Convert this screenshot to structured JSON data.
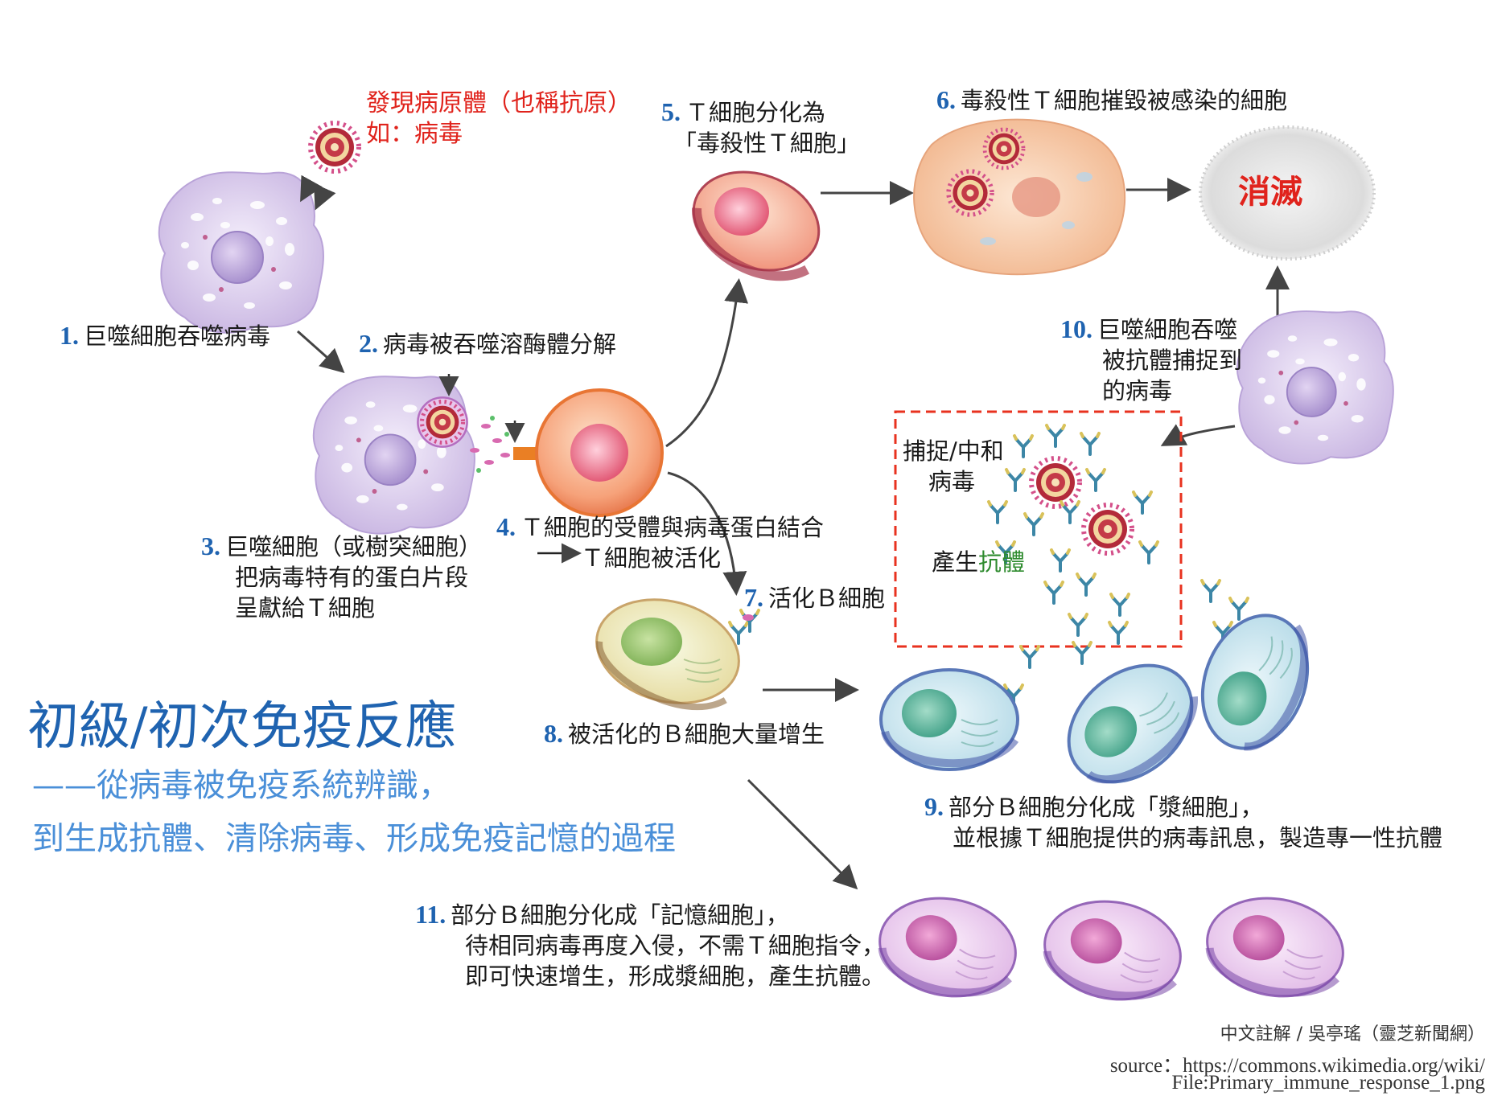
{
  "pathogen_label": {
    "line1": "發現病原體（也稱抗原）",
    "line2": "如：病毒"
  },
  "steps": {
    "s1": {
      "num": "1.",
      "lines": [
        "巨噬細胞吞噬病毒"
      ]
    },
    "s2": {
      "num": "2.",
      "lines": [
        "病毒被吞噬溶酶體分解"
      ]
    },
    "s3": {
      "num": "3.",
      "lines": [
        "巨噬細胞（或樹突細胞）",
        "把病毒特有的蛋白片段",
        "呈獻給Ｔ細胞"
      ]
    },
    "s4": {
      "num": "4.",
      "lines": [
        "Ｔ細胞的受體與病毒蛋白結合",
        "Ｔ細胞被活化"
      ]
    },
    "s5": {
      "num": "5.",
      "lines": [
        "Ｔ細胞分化為",
        "「毒殺性Ｔ細胞」"
      ]
    },
    "s6": {
      "num": "6.",
      "lines": [
        "毒殺性Ｔ細胞摧毀被感染的細胞"
      ]
    },
    "s7": {
      "num": "7.",
      "lines": [
        "活化Ｂ細胞"
      ]
    },
    "s8": {
      "num": "8.",
      "lines": [
        "被活化的Ｂ細胞大量增生"
      ]
    },
    "s9": {
      "num": "9.",
      "lines": [
        "部分Ｂ細胞分化成「漿細胞」，",
        "並根據Ｔ細胞提供的病毒訊息，製造專一性抗體"
      ]
    },
    "s10": {
      "num": "10.",
      "lines": [
        "巨噬細胞吞噬",
        "被抗體捕捉到",
        "的病毒"
      ]
    },
    "s11": {
      "num": "11.",
      "lines": [
        "部分Ｂ細胞分化成「記憶細胞」，",
        "待相同病毒再度入侵，不需Ｔ細胞指令，",
        "即可快速增生，形成漿細胞，產生抗體。"
      ]
    }
  },
  "destroyed_label": "消滅",
  "box": {
    "capture_line1": "捕捉/中和",
    "capture_line2": "病毒",
    "produce_prefix": "產生",
    "produce_antibody": "抗體"
  },
  "title": {
    "main": "初級/初次免疫反應",
    "sub1": "——從病毒被免疫系統辨識，",
    "sub2": "到生成抗體、清除病毒、形成免疫記憶的過程"
  },
  "credit": "中文註解 / 吳亭瑤（靈芝新聞網）",
  "source": {
    "line1": "source：https://commons.wikimedia.org/wiki/",
    "line2": "File:Primary_immune_response_1.png"
  },
  "colors": {
    "step_number": "#1f63b0",
    "alert_red": "#e0231c",
    "antibody_green": "#2e8b2e",
    "dashed_box": "#e8321f",
    "macrophage": "#d8c8ec",
    "t_cell": "#f08060",
    "b_cell_green": "#8fc86a",
    "plasma_cell": "#5fb8a8",
    "memory_cell": "#c86aba"
  }
}
